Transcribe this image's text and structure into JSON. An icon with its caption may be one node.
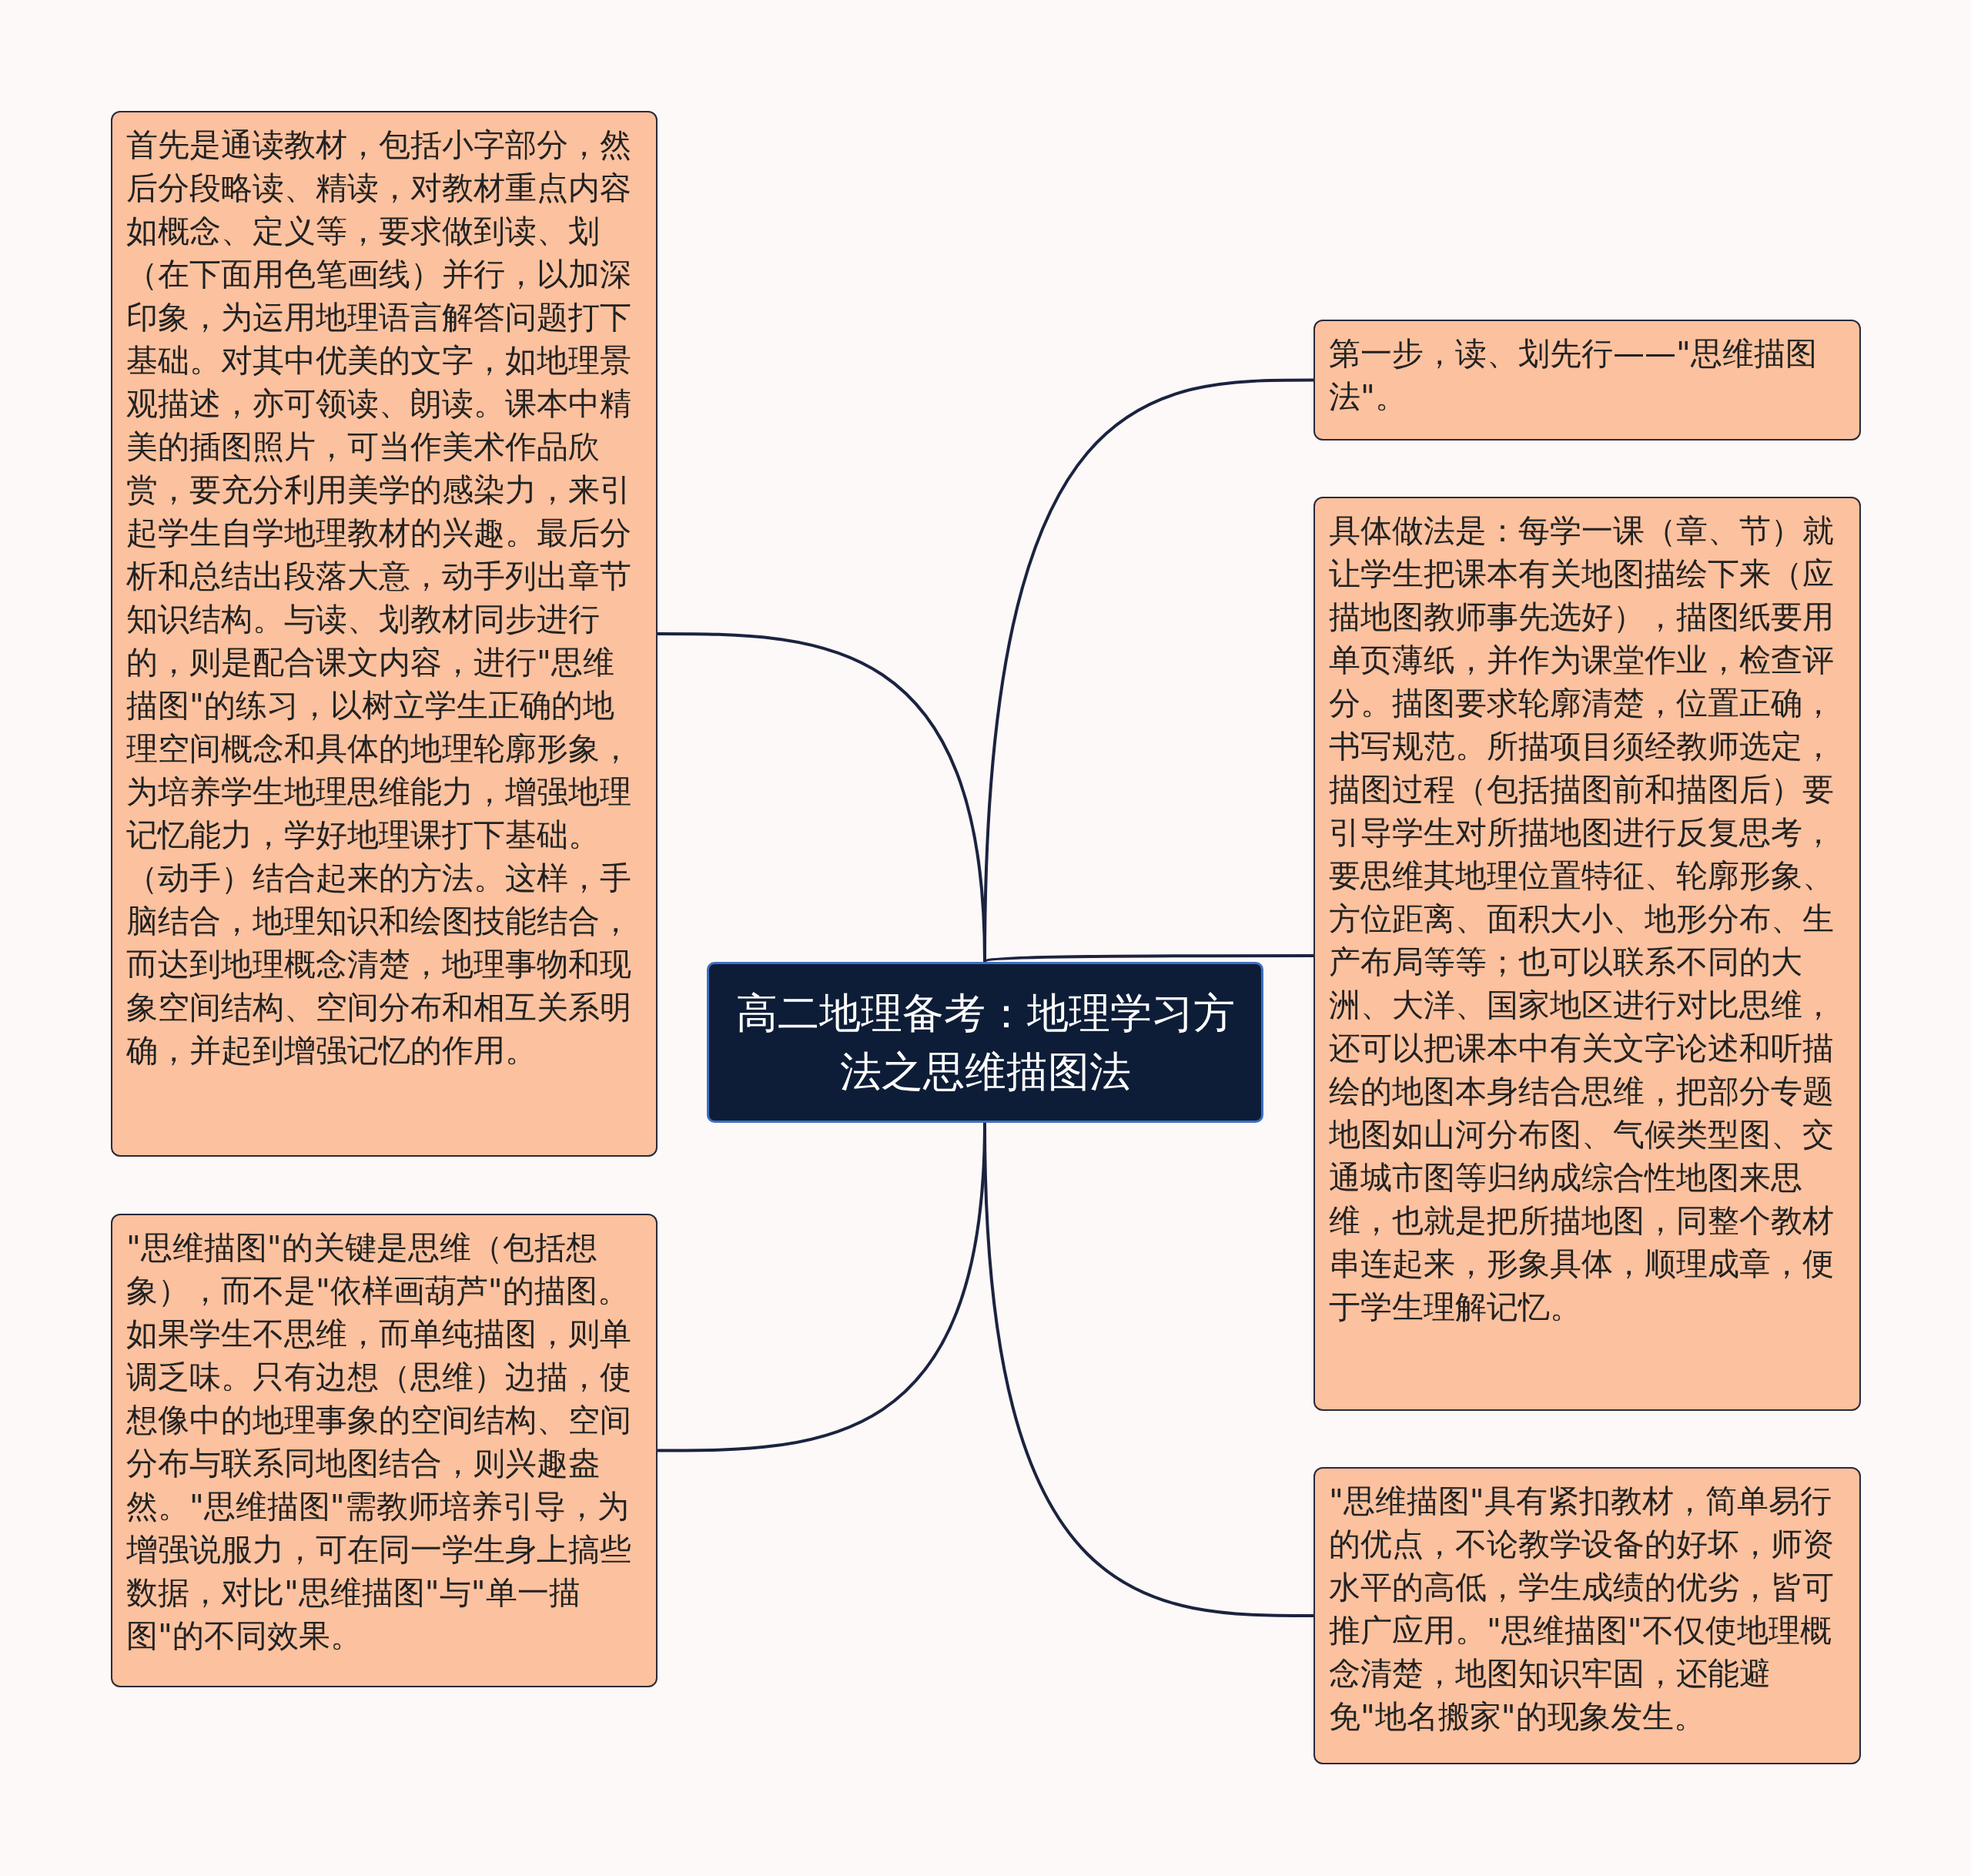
{
  "diagram": {
    "nodes": [
      {
        "text": [
          "高二地理备考：地理学习方法之思维描图法"
        ]
      },
      {
        "text": [
          "首先是通读教材，包括小字部分，然后分段略读、精读，对教材重点内容如概念、定义等，要求做到读、划（在下面用色笔画线）并行，以加深印象，为运用地理语言解答问题打下基础。对其中优美的文字，如地理景观描述，亦可领读、朗读。课本中精美的插图照片，可当作美术作品欣赏，要充分利用美学的感染力，来引起学生自学地理教材的兴趣。最后分析和总结出段落大意，动手列出章节知识结构。与读、划教材同步进行的，则是配合课文内容，进行\"思维描图\"的练习，以树立学生正确的地理空间概念和具体的地理轮廓形象，为培养学生地理思维能力，增强地理记忆能力，学好地理课打下基础。（动手）结合起来的方法。这样，手脑结合，地理知识和绘图技能结合，而达到地理概念清楚，地理事物和现象空间结构、空间分布和相互关系明确，并起到增强记忆的作用。"
        ]
      },
      {
        "text": [
          "\"思维描图\"的关键是思维（包括想象），而不是\"依样画葫芦\"的描图。如果学生不思维，而单纯描图，则单调乏味。只有边想（思维）边描，使想像中的地理事象的空间结构、空间分布与联系同地图结合，则兴趣盎然。\"思维描图\"需教师培养引导，为增强说服力，可在同一学生身上搞些数据，对比\"思维描图\"与\"单一描图\"的不同效果。"
        ]
      },
      {
        "text": [
          "第一步，读、划先行——\"思维描图法\"。"
        ]
      },
      {
        "text": [
          "具体做法是：每学一课（章、节）就让学生把课本有关地图描绘下来（应描地图教师事先选好），描图纸要用单页薄纸，并作为课堂作业，检查评分。描图要求轮廓清楚，位置正确，书写规范。所描项目须经教师选定，描图过程（包括描图前和描图后）要引导学生对所描地图进行反复思考，要思维其地理位置特征、轮廓形象、方位距离、面积大小、地形分布、生产布局等等；也可以联系不同的大洲、大洋、国家地区进行对比思维，还可以把课本中有关文字论述和听描绘的地图本身结合思维，把部分专题地图如山河分布图、气候类型图、交通城市图等归纳成综合性地图来思维，也就是把所描地图，同整个教材串连起来，形象具体，顺理成章，便于学生理解记忆。"
        ]
      },
      {
        "text": [
          "\"思维描图\"具有紧扣教材，简单易行的优点，不论教学设备的好坏，师资水平的高低，学生成绩的优劣，皆可推广应用。\"思维描图\"不仅使地理概念清楚，地图知识牢固，还能避免\"地名搬家\"的现象发生。"
        ]
      }
    ],
    "edges": [
      {
        "from": 0,
        "to": 1,
        "arrow": "none"
      },
      {
        "from": 0,
        "to": 2,
        "arrow": "none"
      },
      {
        "from": 0,
        "to": 3,
        "arrow": "none"
      },
      {
        "from": 0,
        "to": 4,
        "arrow": "none"
      },
      {
        "from": 0,
        "to": 5,
        "arrow": "none"
      }
    ]
  }
}
